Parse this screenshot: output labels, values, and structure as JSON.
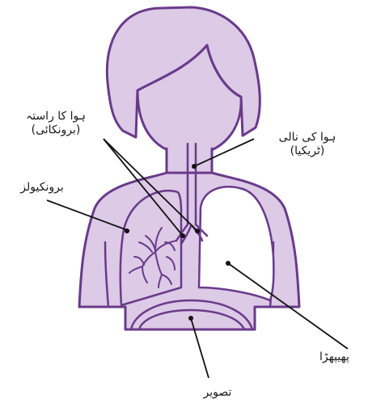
{
  "colors": {
    "outline": "#6a3a8a",
    "fill": "#dccae6",
    "lung_right_fill": "#ffffff",
    "leader_line": "#111111",
    "text": "#1a1a1a"
  },
  "labels": {
    "bronchi_line1": "ہوا کا راستہ",
    "bronchi_line2": "(برونکائی)",
    "trachea_line1": "ہوا کی نالی",
    "trachea_line2": "(ٹریکیا)",
    "bronchioles": "برونکیولز",
    "lungs": "پھیپھڑا",
    "diaphragm": "تصویر"
  }
}
